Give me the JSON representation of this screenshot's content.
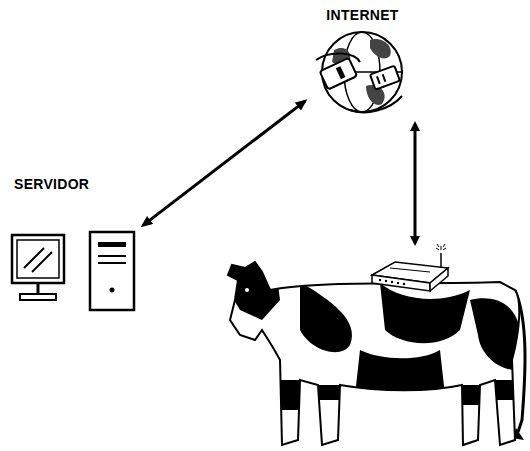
{
  "diagram": {
    "nodes": [
      {
        "text": [
          "INTERNET"
        ]
      },
      {
        "text": [
          "SERVIDOR"
        ]
      }
    ],
    "edges": [
      {
        "from": 1,
        "to": 0,
        "arrow": "both"
      }
    ]
  }
}
